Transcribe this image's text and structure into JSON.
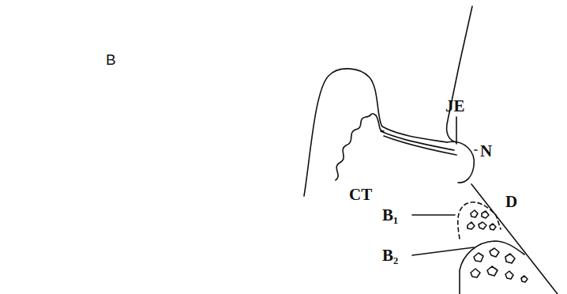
{
  "diagram": {
    "labels": [
      "B",
      "CT",
      "JE",
      "N",
      "B₁",
      "D",
      "B₂"
    ]
  }
}
